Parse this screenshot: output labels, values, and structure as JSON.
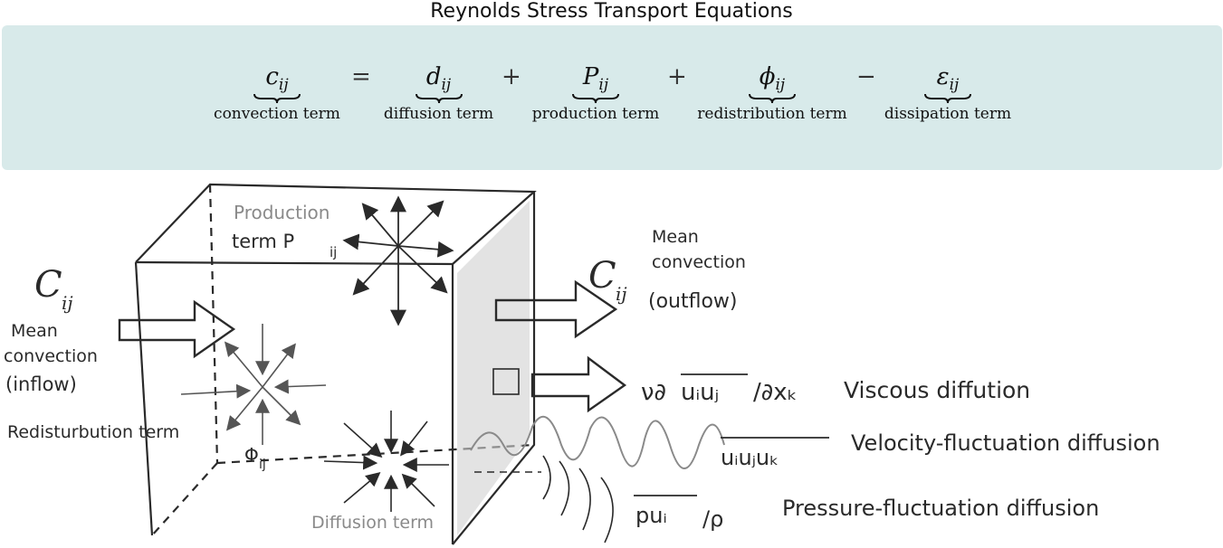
{
  "title": "Reynolds Stress Transport Equations",
  "equation": {
    "terms": [
      {
        "symbol": "c",
        "sub": "ij",
        "label": "convection term"
      },
      {
        "symbol": "d",
        "sub": "ij",
        "label": "diffusion term"
      },
      {
        "symbol": "P",
        "sub": "ij",
        "label": "production term"
      },
      {
        "symbol": "ϕ",
        "sub": "ij",
        "label": "redistribution term"
      },
      {
        "symbol": "ε",
        "sub": "ij",
        "label": "dissipation term"
      }
    ],
    "operators": [
      "=",
      "+",
      "+",
      "−"
    ]
  },
  "sketch": {
    "inflow": {
      "symbol": "C",
      "sub": "ij",
      "line1": "Mean",
      "line2": "convection",
      "line3": "(inflow)"
    },
    "outflow": {
      "symbol": "C",
      "sub": "ij",
      "line1": "Mean",
      "line2": "convection",
      "line3": "(outflow)"
    },
    "production": {
      "line1": "Production",
      "line2": "term P",
      "sub": "ij"
    },
    "redistribution": {
      "label": "Redisturbution term",
      "symbol": "Φ",
      "sub": "ij"
    },
    "diffusion_label": "Diffusion term",
    "viscous": {
      "expr": "ν∂",
      "overline": "uᵢuⱼ",
      "tail": "/∂xₖ",
      "label": "Viscous diffution"
    },
    "velocity": {
      "overline": "uᵢuⱼuₖ",
      "label": "Velocity-fluctuation diffusion"
    },
    "pressure": {
      "overline": "puᵢ",
      "tail": "/ρ",
      "label": "Pressure-fluctuation diffusion"
    }
  },
  "colors": {
    "panel": "#d8eaea",
    "ink": "#2a2a2a",
    "grey_ink": "#8a8a8a"
  }
}
